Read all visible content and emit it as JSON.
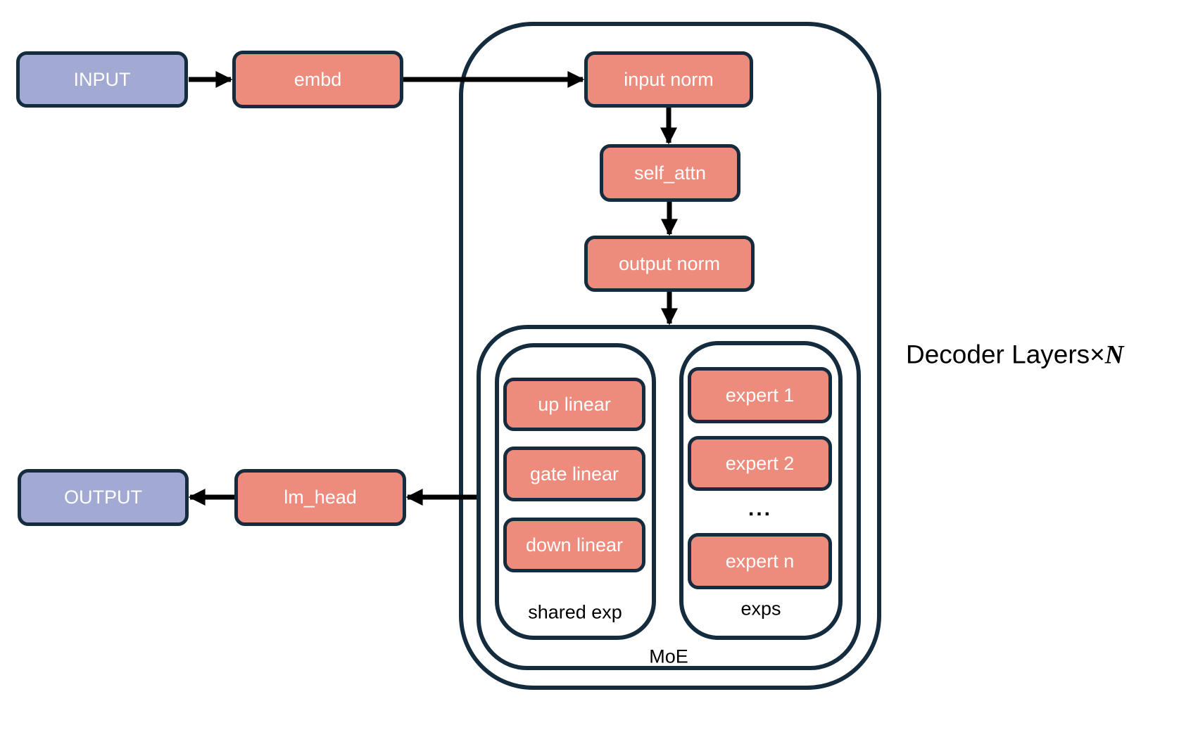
{
  "diagram": {
    "nodes": {
      "input": "INPUT",
      "embd": "embd",
      "input_norm": "input norm",
      "self_attn": "self_attn",
      "output_norm": "output norm",
      "up_linear": "up linear",
      "gate_linear": "gate linear",
      "down_linear": "down linear",
      "expert_1": "expert 1",
      "expert_2": "expert 2",
      "expert_dots": "...",
      "expert_n": "expert n",
      "lm_head": "lm_head",
      "output": "OUTPUT"
    },
    "containers": {
      "shared_exp_label": "shared exp",
      "exps_label": "exps",
      "moe_label": "MoE",
      "decoder_label_prefix": "Decoder Layers×",
      "decoder_label_n": "N"
    },
    "colors": {
      "node_fill": "#ED8B7D",
      "io_fill": "#A2AAD4",
      "border": "#142C3E",
      "arrow": "#000000",
      "background": "#FFFFFF",
      "text_light": "#FFFFFF",
      "text_dark": "#000000"
    }
  }
}
